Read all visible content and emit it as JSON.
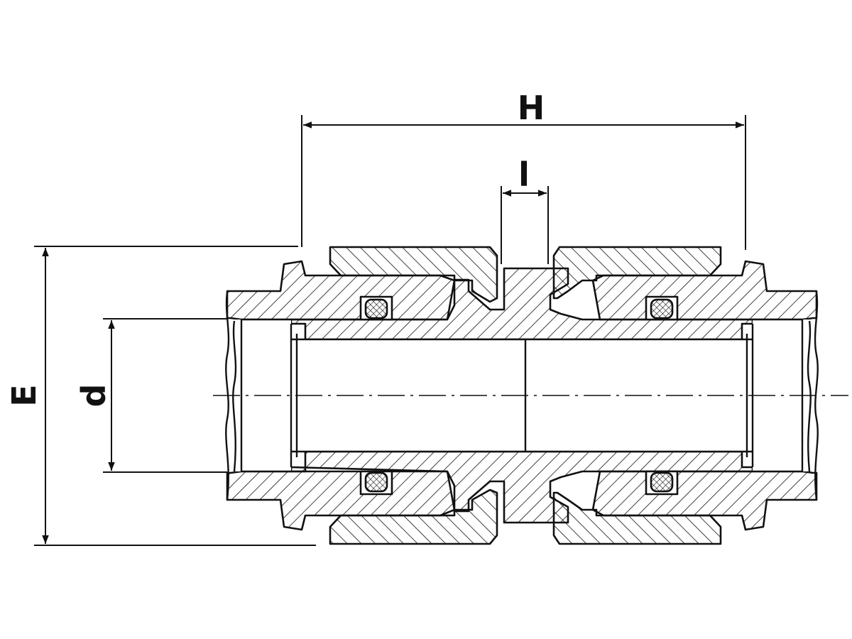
{
  "diagram": {
    "labels": {
      "H": "H",
      "l": "l",
      "E": "E",
      "d": "d"
    },
    "colors": {
      "ink": "#111111",
      "paper": "#ffffff"
    }
  }
}
